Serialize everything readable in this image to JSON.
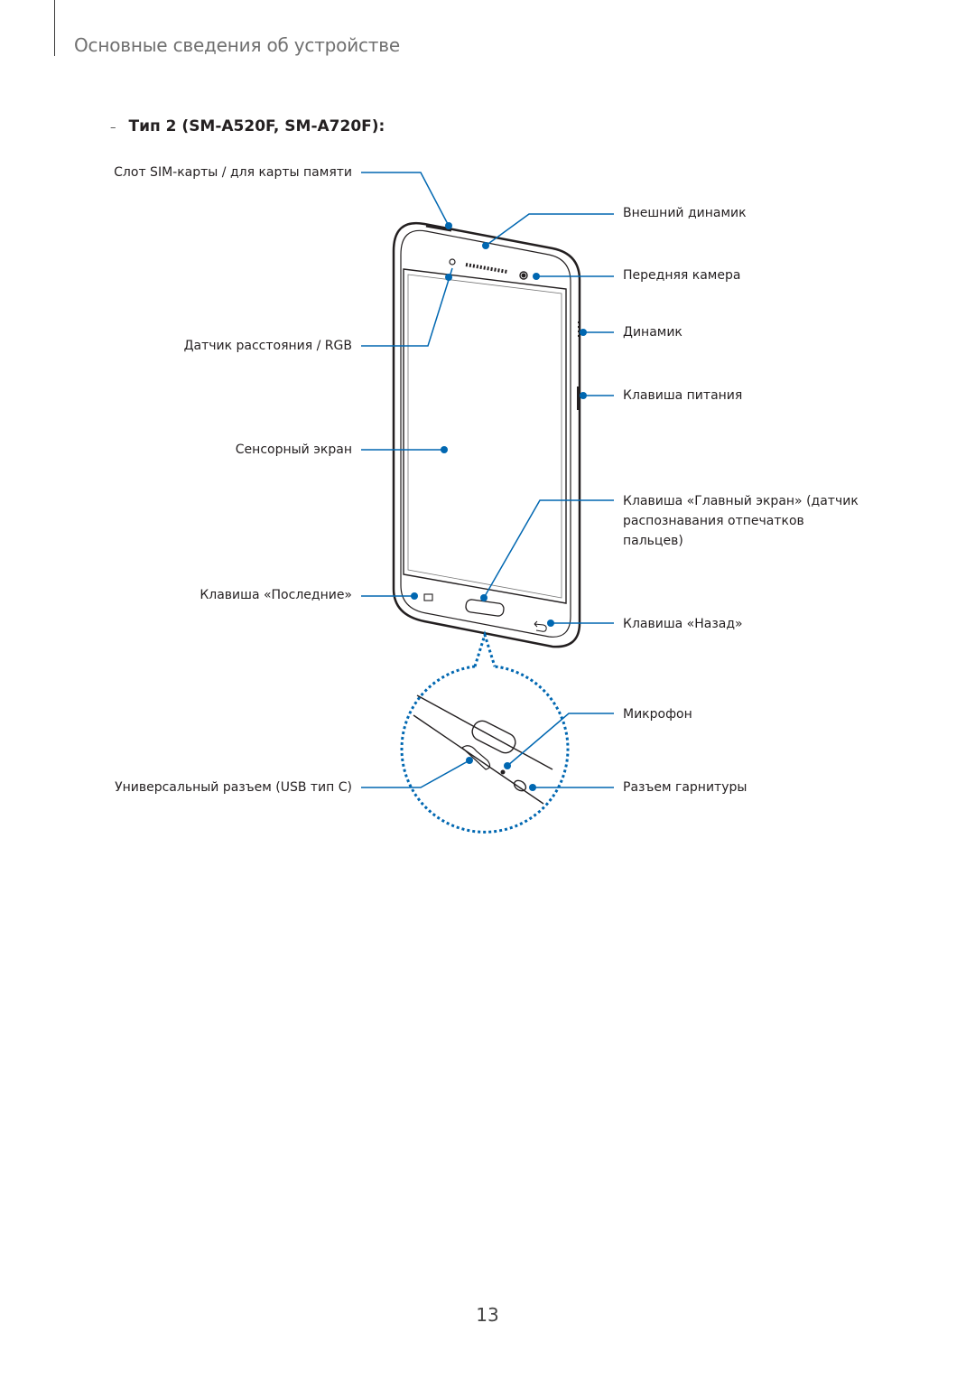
{
  "header": {
    "section_title": "Основные сведения об устройстве"
  },
  "variant": {
    "dash": "–",
    "title": "Тип 2 (SM-A520F, SM-A720F):"
  },
  "labels": {
    "sim_slot": "Слот SIM-карты / для карты памяти",
    "proximity_sensor": "Датчик расстояния / RGB",
    "touch_screen": "Сенсорный экран",
    "recents_key": "Клавиша «Последние»",
    "usb_port": "Универсальный разъем (USB тип С)",
    "earpiece": "Внешний динамик",
    "front_camera": "Передняя камера",
    "speaker": "Динамик",
    "power_key": "Клавиша питания",
    "home_key": "Клавиша «Главный экран» (датчик распознавания отпечатков пальцев)",
    "back_key": "Клавиша «Назад»",
    "microphone": "Микрофон",
    "headset_jack": "Разъем гарнитуры"
  },
  "colors": {
    "callout": "#0067b1",
    "outline": "#231f20",
    "text": "#231f20",
    "header": "#707070"
  },
  "page_number": "13"
}
